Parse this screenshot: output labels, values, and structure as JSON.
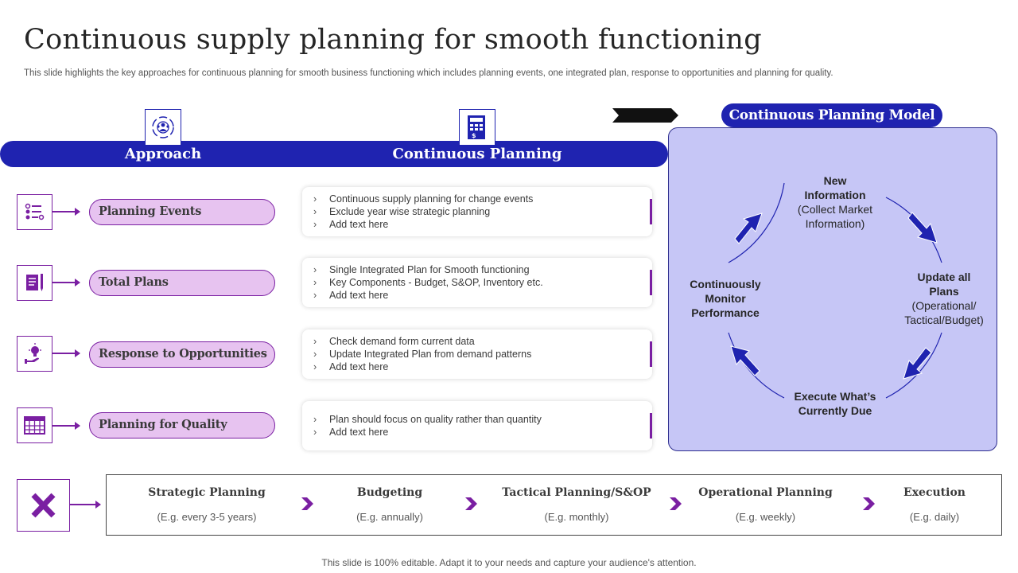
{
  "title": "Continuous supply planning for smooth functioning",
  "subtitle": "This slide highlights the key approaches for continuous planning for smooth business functioning which includes planning events, one integrated plan, response to opportunities and planning for quality.",
  "header": {
    "approach_label": "Approach",
    "continuous_label": "Continuous Planning"
  },
  "rows": [
    {
      "label": "Planning Events",
      "icon": "checklist-icon",
      "items": [
        "Continuous supply planning  for change events",
        "Exclude year wise strategic planning",
        "Add text here"
      ]
    },
    {
      "label": "Total Plans",
      "icon": "document-pen-icon",
      "items": [
        "Single Integrated  Plan for Smooth functioning",
        "Key Components  - Budget,  S&OP, Inventory  etc.",
        "Add text here"
      ]
    },
    {
      "label": "Response to Opportunities",
      "icon": "lightbulb-hand-icon",
      "items": [
        "Check demand form current data",
        "Update Integrated Plan from demand patterns",
        "Add text here"
      ]
    },
    {
      "label": "Planning for Quality",
      "icon": "calendar-icon",
      "items": [
        "Plan should focus on quality rather than quantity",
        "Add text here"
      ]
    }
  ],
  "model": {
    "title": "Continuous Planning Model",
    "top_bold": "New Information",
    "top_sub": "(Collect Market Information)",
    "right_bold": "Update all Plans",
    "right_sub": "(Operational/ Tactical/Budget)",
    "bottom_bold": "Execute What’s Currently Due",
    "left_bold": "Continuously Monitor Performance",
    "color_ring": "#1f23b0"
  },
  "stages": [
    {
      "title": "Strategic Planning",
      "sub": "(E.g. every  3-5 years)"
    },
    {
      "title": "Budgeting",
      "sub": "(E.g. annually)"
    },
    {
      "title": "Tactical Planning/S&OP",
      "sub": "(E.g. monthly)"
    },
    {
      "title": "Operational Planning",
      "sub": "(E.g. weekly)"
    },
    {
      "title": "Execution",
      "sub": "(E.g. daily)"
    }
  ],
  "footer": "This slide is 100% editable. Adapt it to your needs and capture your audience's attention.",
  "colors": {
    "navy": "#1f23b0",
    "purple": "#7a1fa2",
    "pill": "#e7c3f0",
    "panel": "#c6c6f6"
  }
}
